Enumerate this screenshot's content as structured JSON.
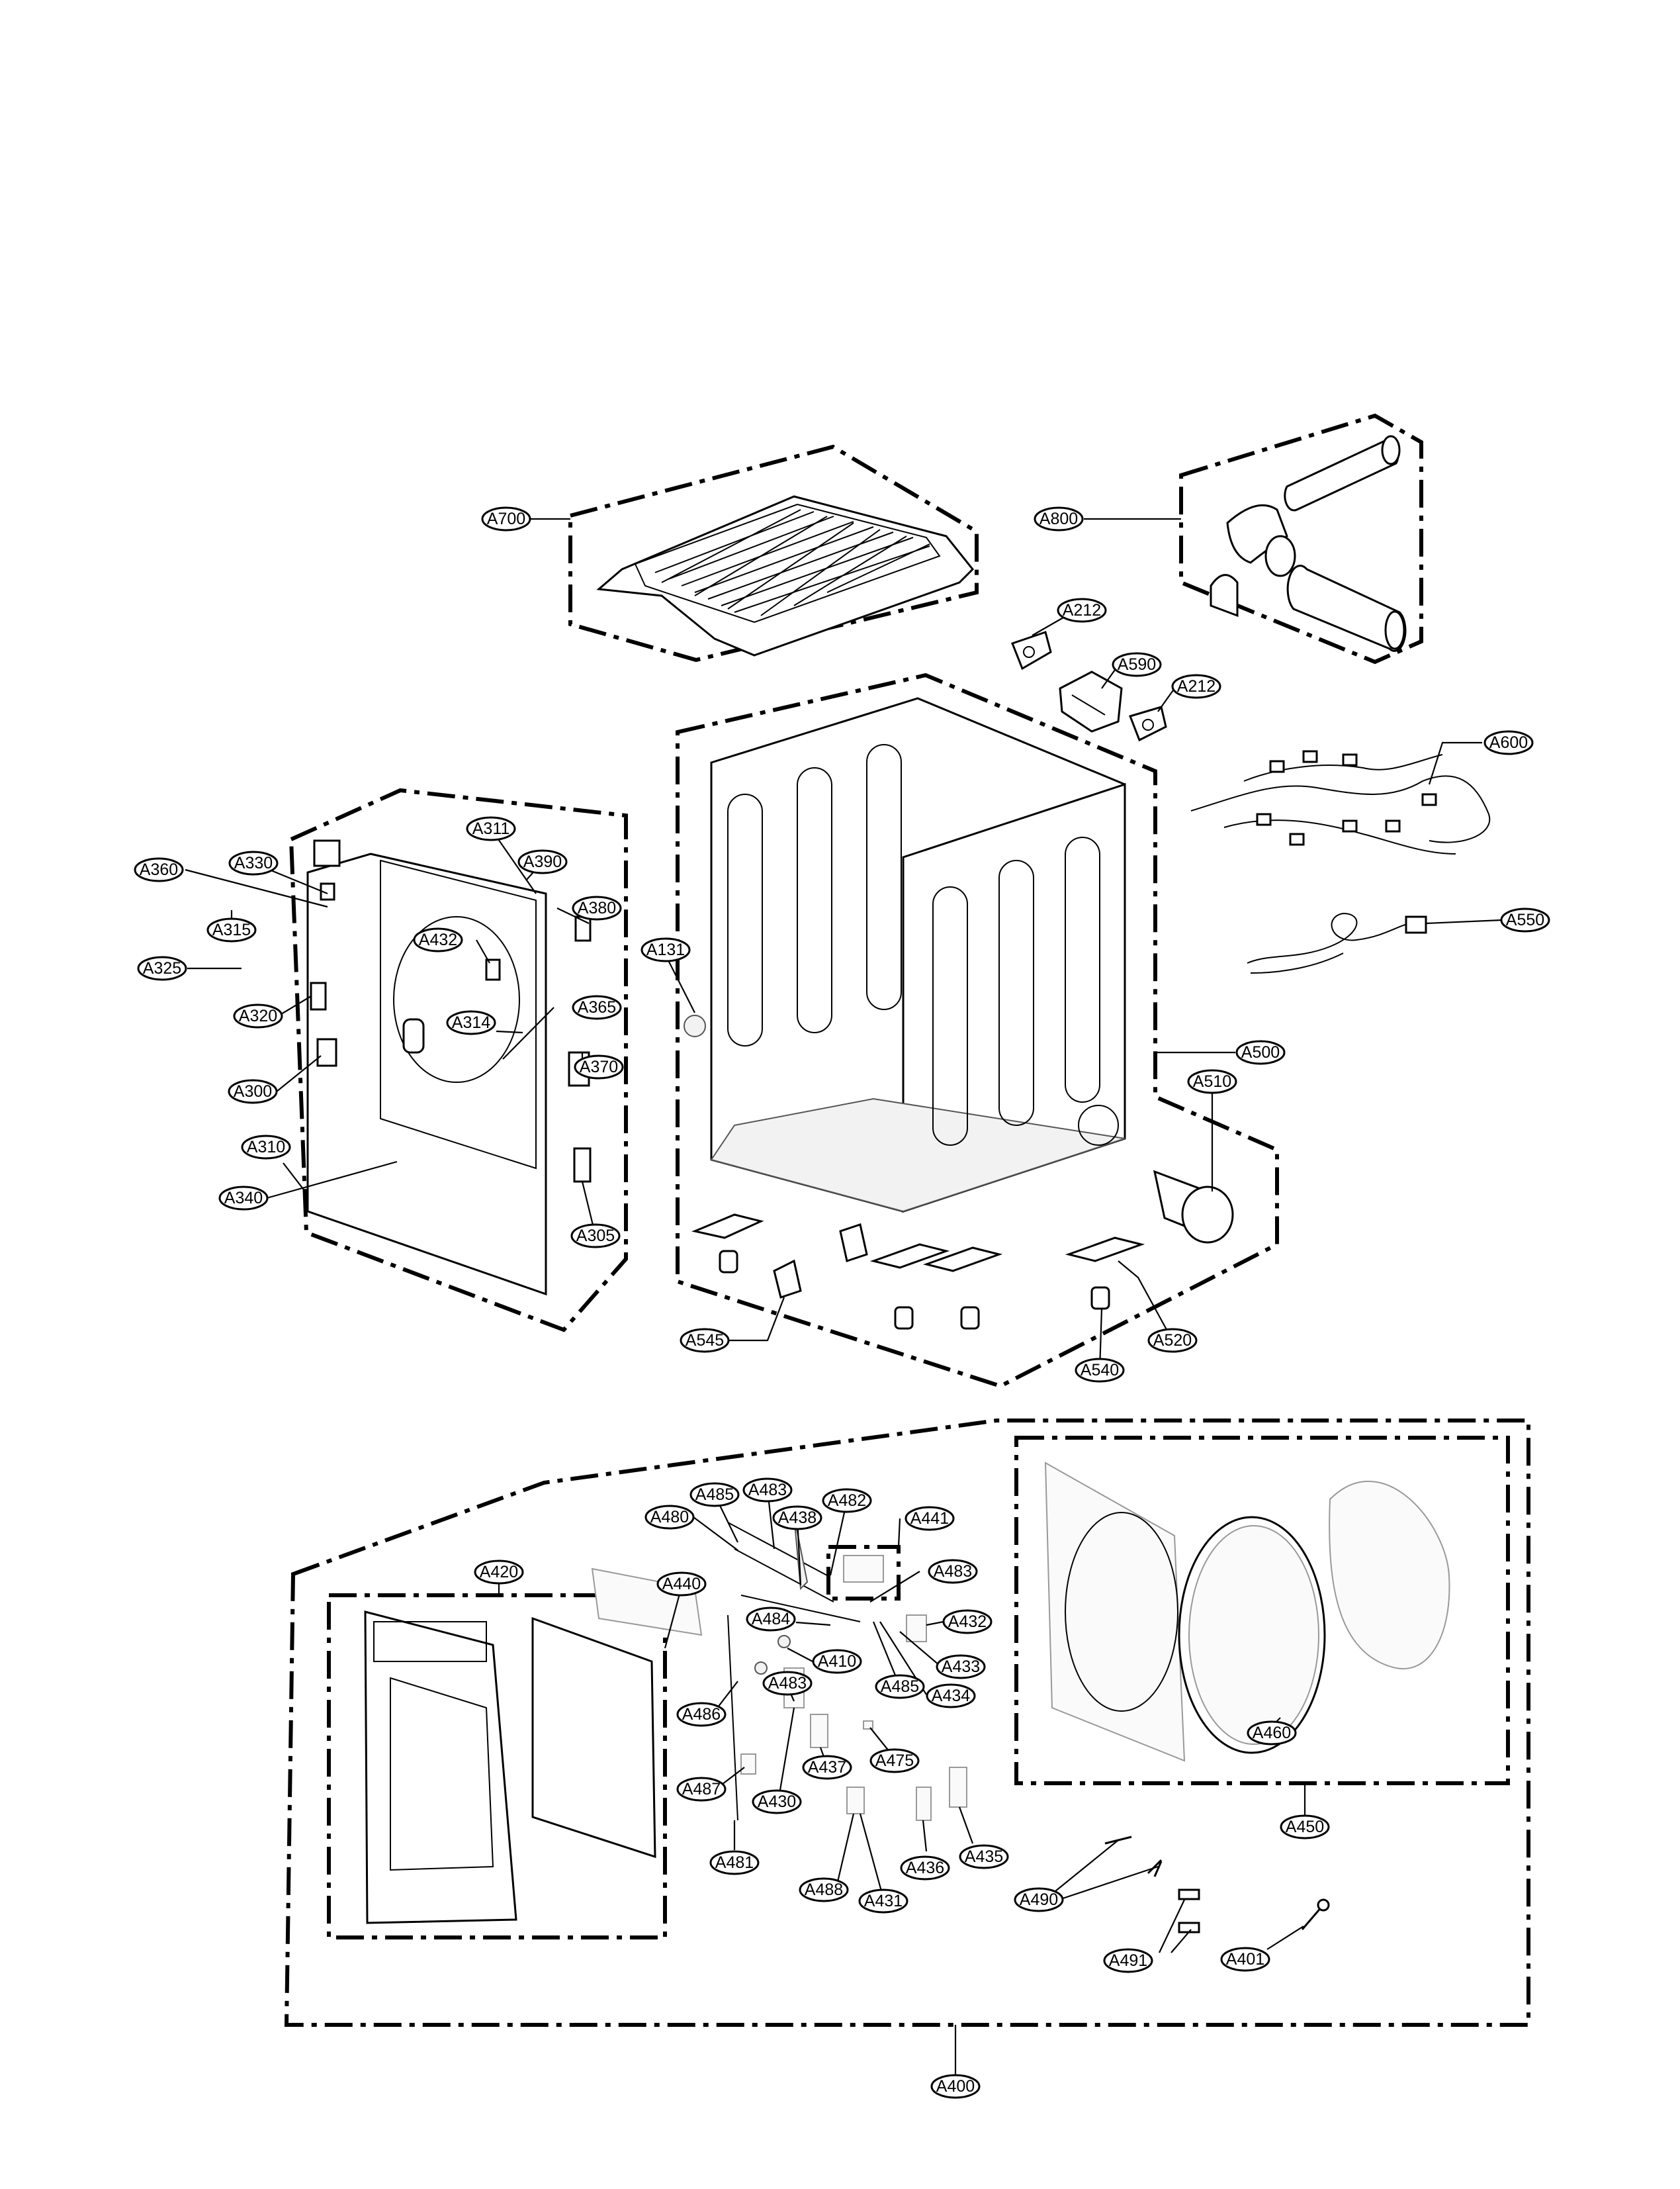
{
  "labels": {
    "a700": "A700",
    "a800": "A800",
    "a212_top": "A212",
    "a590": "A590",
    "a212_right": "A212",
    "a600": "A600",
    "a550": "A550",
    "a500": "A500",
    "a510": "A510",
    "a131": "A131",
    "a545": "A545",
    "a540": "A540",
    "a520": "A520",
    "a311": "A311",
    "a390": "A390",
    "a380": "A380",
    "a360": "A360",
    "a330": "A330",
    "a315": "A315",
    "a325": "A325",
    "a432_front": "A432",
    "a365": "A365",
    "a320": "A320",
    "a314": "A314",
    "a300": "A300",
    "a370": "A370",
    "a310": "A310",
    "a340": "A340",
    "a305": "A305",
    "a420": "A420",
    "a440": "A440",
    "a480": "A480",
    "a485_top": "A485",
    "a483_top": "A483",
    "a438": "A438",
    "a482": "A482",
    "a441": "A441",
    "a483_mid": "A483",
    "a484": "A484",
    "a432_lower": "A432",
    "a410": "A410",
    "a433": "A433",
    "a483_low": "A483",
    "a485_low": "A485",
    "a434": "A434",
    "a486": "A486",
    "a437": "A437",
    "a475": "A475",
    "a487": "A487",
    "a430": "A430",
    "a481": "A481",
    "a436": "A436",
    "a435": "A435",
    "a488": "A488",
    "a431": "A431",
    "a490": "A490",
    "a491": "A491",
    "a401": "A401",
    "a460": "A460",
    "a450": "A450",
    "a400": "A400"
  }
}
